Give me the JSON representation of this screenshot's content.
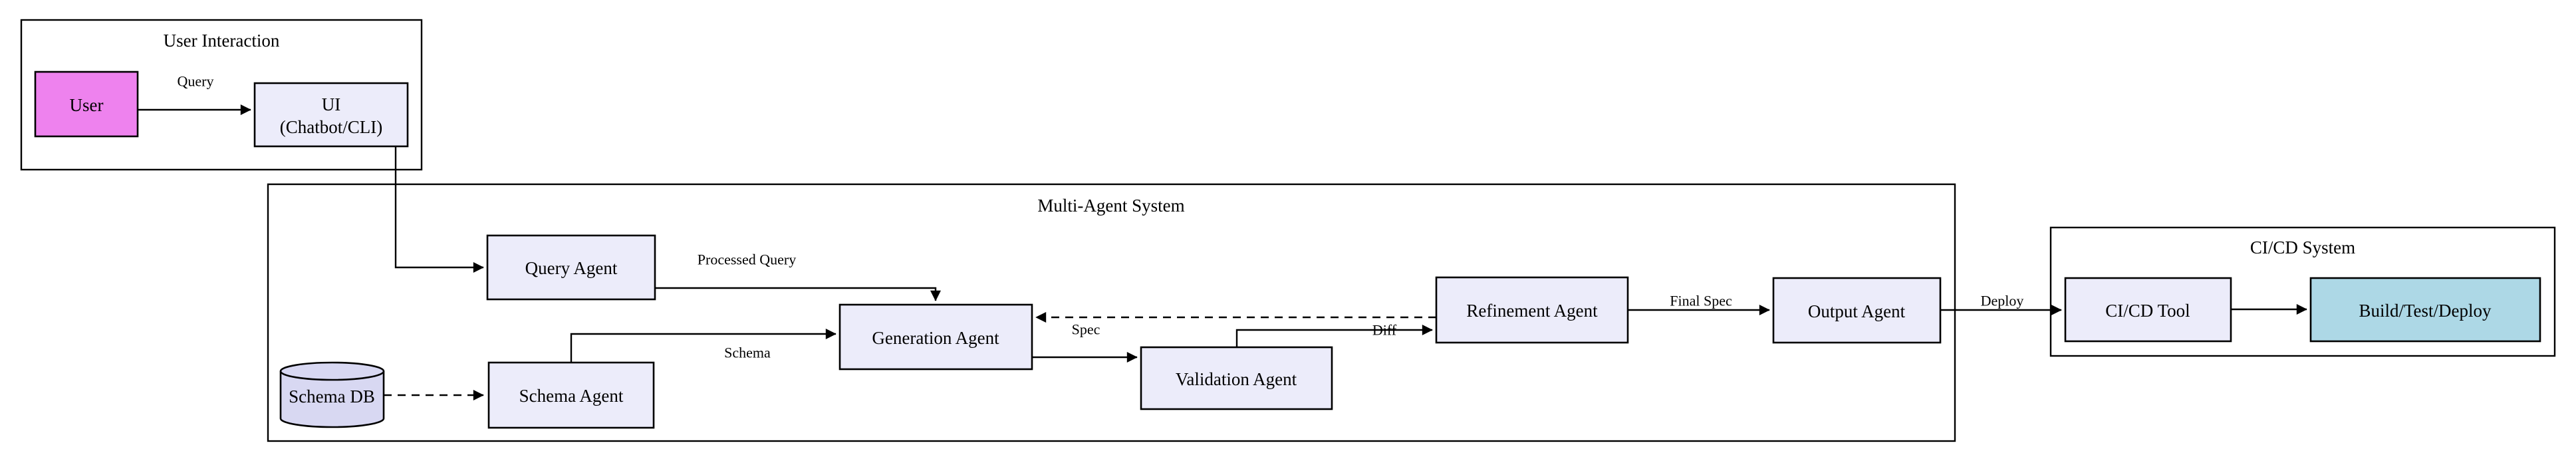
{
  "clusters": {
    "user_interaction": {
      "title": "User Interaction"
    },
    "multi_agent_system": {
      "title": "Multi-Agent System"
    },
    "cicd_system": {
      "title": "CI/CD System"
    }
  },
  "nodes": {
    "user": {
      "label": "User",
      "fill": "#EE82EE"
    },
    "ui": {
      "line1": "UI",
      "line2": "(Chatbot/CLI)",
      "fill": "#ECECFA"
    },
    "query_agent": {
      "label": "Query Agent",
      "fill": "#ECECFA"
    },
    "schema_db": {
      "label": "Schema DB",
      "fill": "#D8D8F2"
    },
    "schema_agent": {
      "label": "Schema Agent",
      "fill": "#ECECFA"
    },
    "generation_agent": {
      "label": "Generation Agent",
      "fill": "#ECECFA"
    },
    "validation_agent": {
      "label": "Validation Agent",
      "fill": "#ECECFA"
    },
    "refinement_agent": {
      "label": "Refinement Agent",
      "fill": "#ECECFA"
    },
    "output_agent": {
      "label": "Output Agent",
      "fill": "#ECECFA"
    },
    "cicd_tool": {
      "label": "CI/CD Tool",
      "fill": "#ECECFA"
    },
    "build_test_deploy": {
      "label": "Build/Test/Deploy",
      "fill": "#ADD8E6"
    }
  },
  "edge_labels": {
    "query": "Query",
    "processed_query": "Processed Query",
    "schema": "Schema",
    "spec": "Spec",
    "diff": "Diff",
    "final_spec": "Final Spec",
    "deploy": "Deploy"
  },
  "colors": {
    "stroke": "#000000",
    "background": "#ffffff"
  }
}
